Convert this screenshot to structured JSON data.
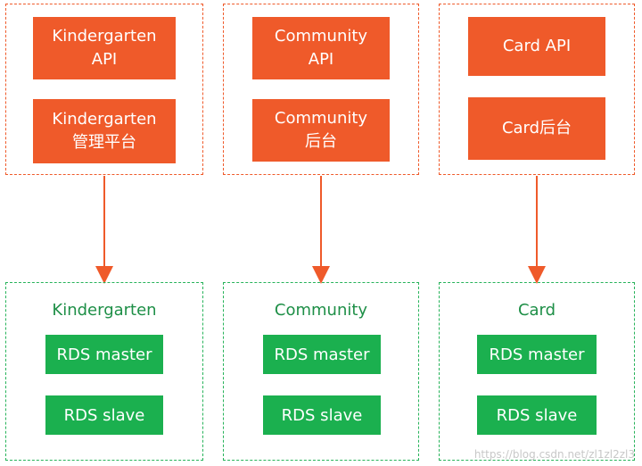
{
  "columns": [
    {
      "service_boxes": [
        "Kindergarten\nAPI",
        "Kindergarten\n管理平台"
      ],
      "db_title": "Kindergarten",
      "db_boxes": [
        "RDS master",
        "RDS slave"
      ]
    },
    {
      "service_boxes": [
        "Community\nAPI",
        "Community\n后台"
      ],
      "db_title": "Community",
      "db_boxes": [
        "RDS master",
        "RDS slave"
      ]
    },
    {
      "service_boxes": [
        "Card API",
        "Card后台"
      ],
      "db_title": "Card",
      "db_boxes": [
        "RDS master",
        "RDS slave"
      ]
    }
  ],
  "watermark": "https://blog.csdn.net/zl1zl2zl3",
  "colors": {
    "service": "#ef5a2a",
    "database": "#1bb04f",
    "db_title": "#1e8f47",
    "arrow": "#ef5a2a"
  }
}
